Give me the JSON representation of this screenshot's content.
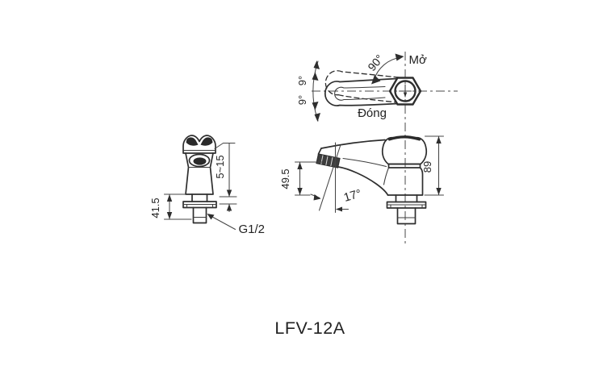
{
  "product": {
    "model": "LFV-12A"
  },
  "colors": {
    "line": "#2e2e2e",
    "dimension": "#464646",
    "text": "#222222",
    "background": "#ffffff"
  },
  "top_view": {
    "label_open": "Mở",
    "label_close": "Đóng",
    "rotation_angle": "90°",
    "play_angle_upper": "9°",
    "play_angle_lower": "9°"
  },
  "front_view": {
    "deck_thickness_range": "5~15",
    "shank_length": "41.5",
    "thread_spec": "G1/2"
  },
  "side_view": {
    "total_height": "89",
    "spout_height": "49.5",
    "spout_angle": "17°"
  }
}
